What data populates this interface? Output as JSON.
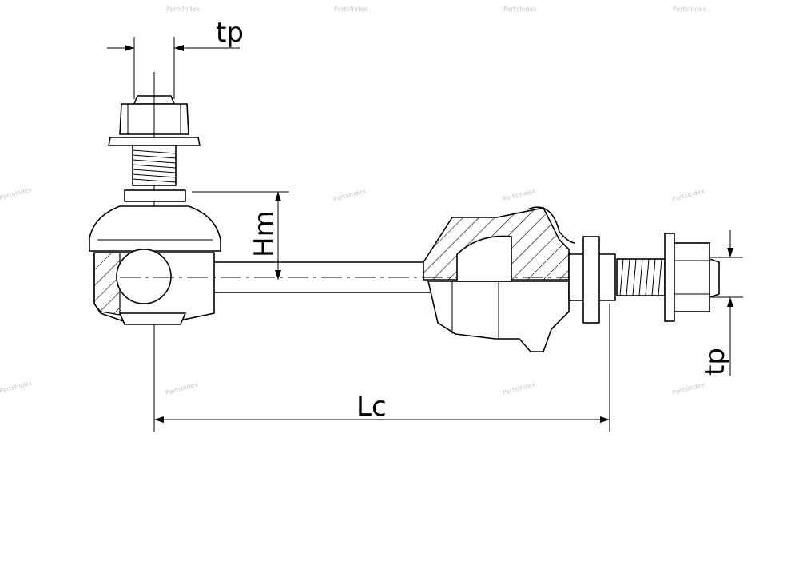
{
  "diagram": {
    "watermark_text": "PartsIndex",
    "dimensions": {
      "tp_top": "tp",
      "hm": "Hm",
      "lc": "Lc",
      "tp_right": "tp"
    }
  }
}
